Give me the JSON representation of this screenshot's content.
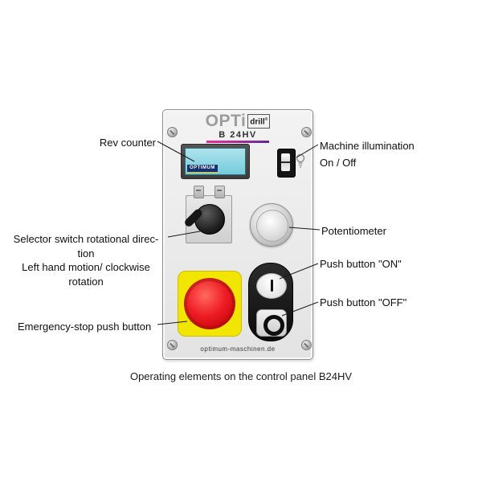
{
  "figure": {
    "caption": "Operating elements on the control panel B24HV"
  },
  "logo": {
    "brand": "OPTi",
    "product": "drill",
    "registered": "®",
    "model": "B 24HV"
  },
  "panel": {
    "display_brand": "OPTIMUM",
    "footer_url": "optimum-maschinen.de"
  },
  "callouts": {
    "rev_counter": "Rev counter",
    "machine_illumination_line1": "Machine illumination",
    "machine_illumination_line2": "On / Off",
    "selector_line1": "Selector switch rotational direc-",
    "selector_line2": "tion",
    "selector_line3": "Left hand motion/ clockwise",
    "selector_line4": "rotation",
    "potentiometer": "Potentiometer",
    "push_on": "Push button \"ON\"",
    "push_off": "Push button \"OFF\"",
    "emergency_stop": "Emergency-stop push button"
  },
  "colors": {
    "estop_red": "#e30613",
    "estop_yellow": "#f2e600",
    "display_screen": "#8fd6e6",
    "logo_accent": "#cc2a8d"
  }
}
